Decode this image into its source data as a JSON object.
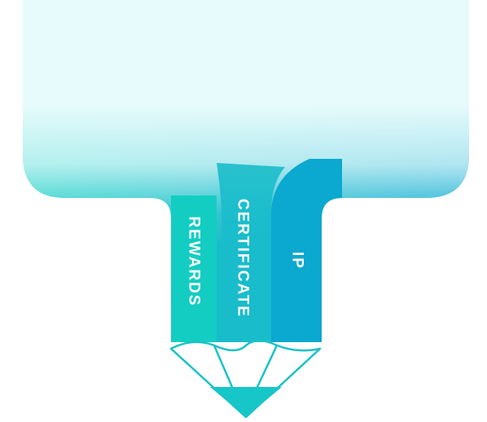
{
  "labels": {
    "rewards": "REWARDS",
    "certificate": "CERTIFICATE",
    "ip": "IP"
  },
  "colors": {
    "top_light": "#e6fafb",
    "teal": "#16cfc4",
    "mid_teal": "#17b6cc",
    "blue": "#0ba9cf",
    "tip": "#16c6c9",
    "outline": "#19c2c7",
    "label": "#ffffff"
  }
}
